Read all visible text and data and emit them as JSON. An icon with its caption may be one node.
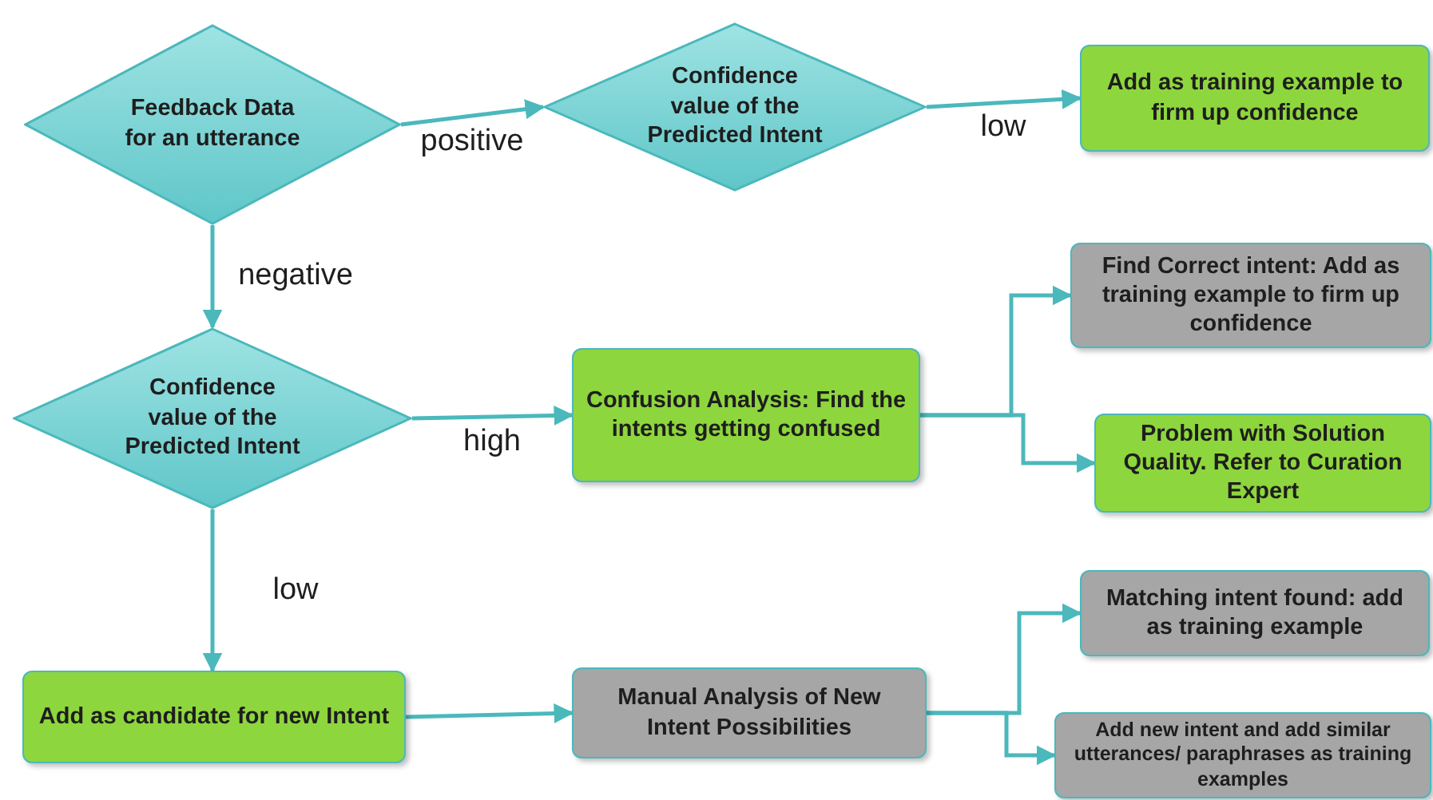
{
  "diagram": {
    "nodes": [
      {
        "text": [
          "Feedback Data for an utterance"
        ]
      },
      {
        "text": [
          "Confidence value of the Predicted Intent"
        ]
      },
      {
        "text": [
          "Add as training example to firm up confidence"
        ]
      },
      {
        "text": [
          "Confidence value of the Predicted Intent"
        ]
      },
      {
        "text": [
          "Confusion Analysis: Find the intents getting confused"
        ]
      },
      {
        "text": [
          "Find Correct intent: Add as training example to firm up confidence"
        ]
      },
      {
        "text": [
          "Problem with Solution Quality. Refer to Curation Expert"
        ]
      },
      {
        "text": [
          "Add as candidate for new Intent"
        ]
      },
      {
        "text": [
          "Manual Analysis of New Intent Possibilities"
        ]
      },
      {
        "text": [
          "Matching intent found: add as training example"
        ]
      },
      {
        "text": [
          "Add new intent and add similar utterances/ paraphrases as training examples"
        ]
      }
    ],
    "edges": [
      {
        "from": 0,
        "to": 1,
        "arrow": "to",
        "label": "positive"
      },
      {
        "from": 1,
        "to": 2,
        "arrow": "to",
        "label": "low"
      },
      {
        "from": 0,
        "to": 3,
        "arrow": "to",
        "label": "negative"
      },
      {
        "from": 3,
        "to": 4,
        "arrow": "to",
        "label": "high"
      },
      {
        "from": 4,
        "to": 5,
        "arrow": "to"
      },
      {
        "from": 4,
        "to": 6,
        "arrow": "to"
      },
      {
        "from": 3,
        "to": 7,
        "arrow": "to",
        "label": "low"
      },
      {
        "from": 7,
        "to": 8,
        "arrow": "to"
      },
      {
        "from": 8,
        "to": 9,
        "arrow": "to"
      },
      {
        "from": 8,
        "to": 10,
        "arrow": "to"
      }
    ]
  }
}
